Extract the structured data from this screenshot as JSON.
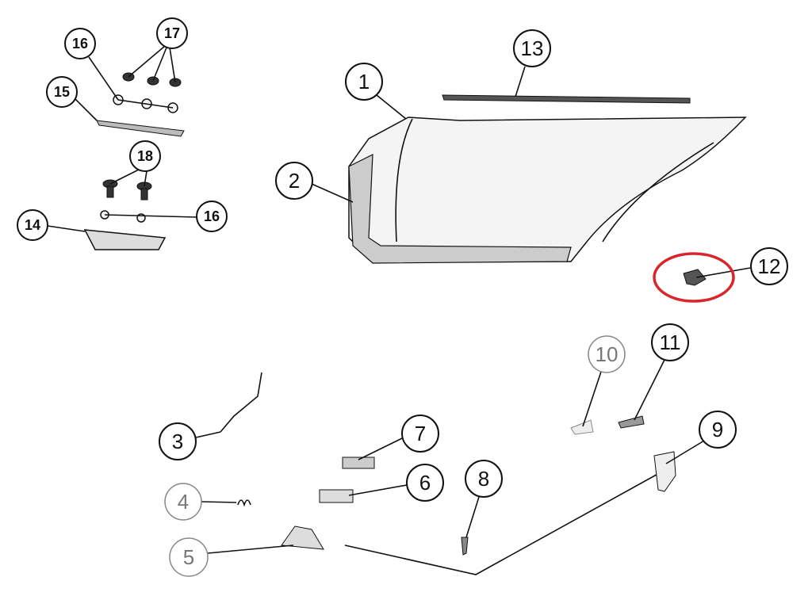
{
  "diagram": {
    "callouts": {
      "c1": "1",
      "c2": "2",
      "c3": "3",
      "c4": "4",
      "c5": "5",
      "c6": "6",
      "c7": "7",
      "c8": "8",
      "c9": "9",
      "c10": "10",
      "c11": "11",
      "c12": "12",
      "c13": "13",
      "c14": "14",
      "c15": "15",
      "c16a": "16",
      "c16b": "16",
      "c17": "17",
      "c18": "18"
    },
    "highlight_color": "#d9262b",
    "highlighted_part": "12"
  }
}
